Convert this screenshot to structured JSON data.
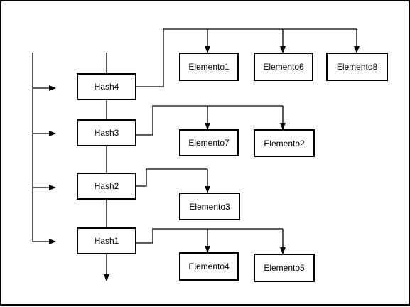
{
  "hashes": [
    {
      "label": "Hash4",
      "elements": [
        "Elemento1",
        "Elemento6",
        "Elemento8"
      ]
    },
    {
      "label": "Hash3",
      "elements": [
        "Elemento7",
        "Elemento2"
      ]
    },
    {
      "label": "Hash2",
      "elements": [
        "Elemento3"
      ]
    },
    {
      "label": "Hash1",
      "elements": [
        "Elemento4",
        "Elemento5"
      ]
    }
  ]
}
